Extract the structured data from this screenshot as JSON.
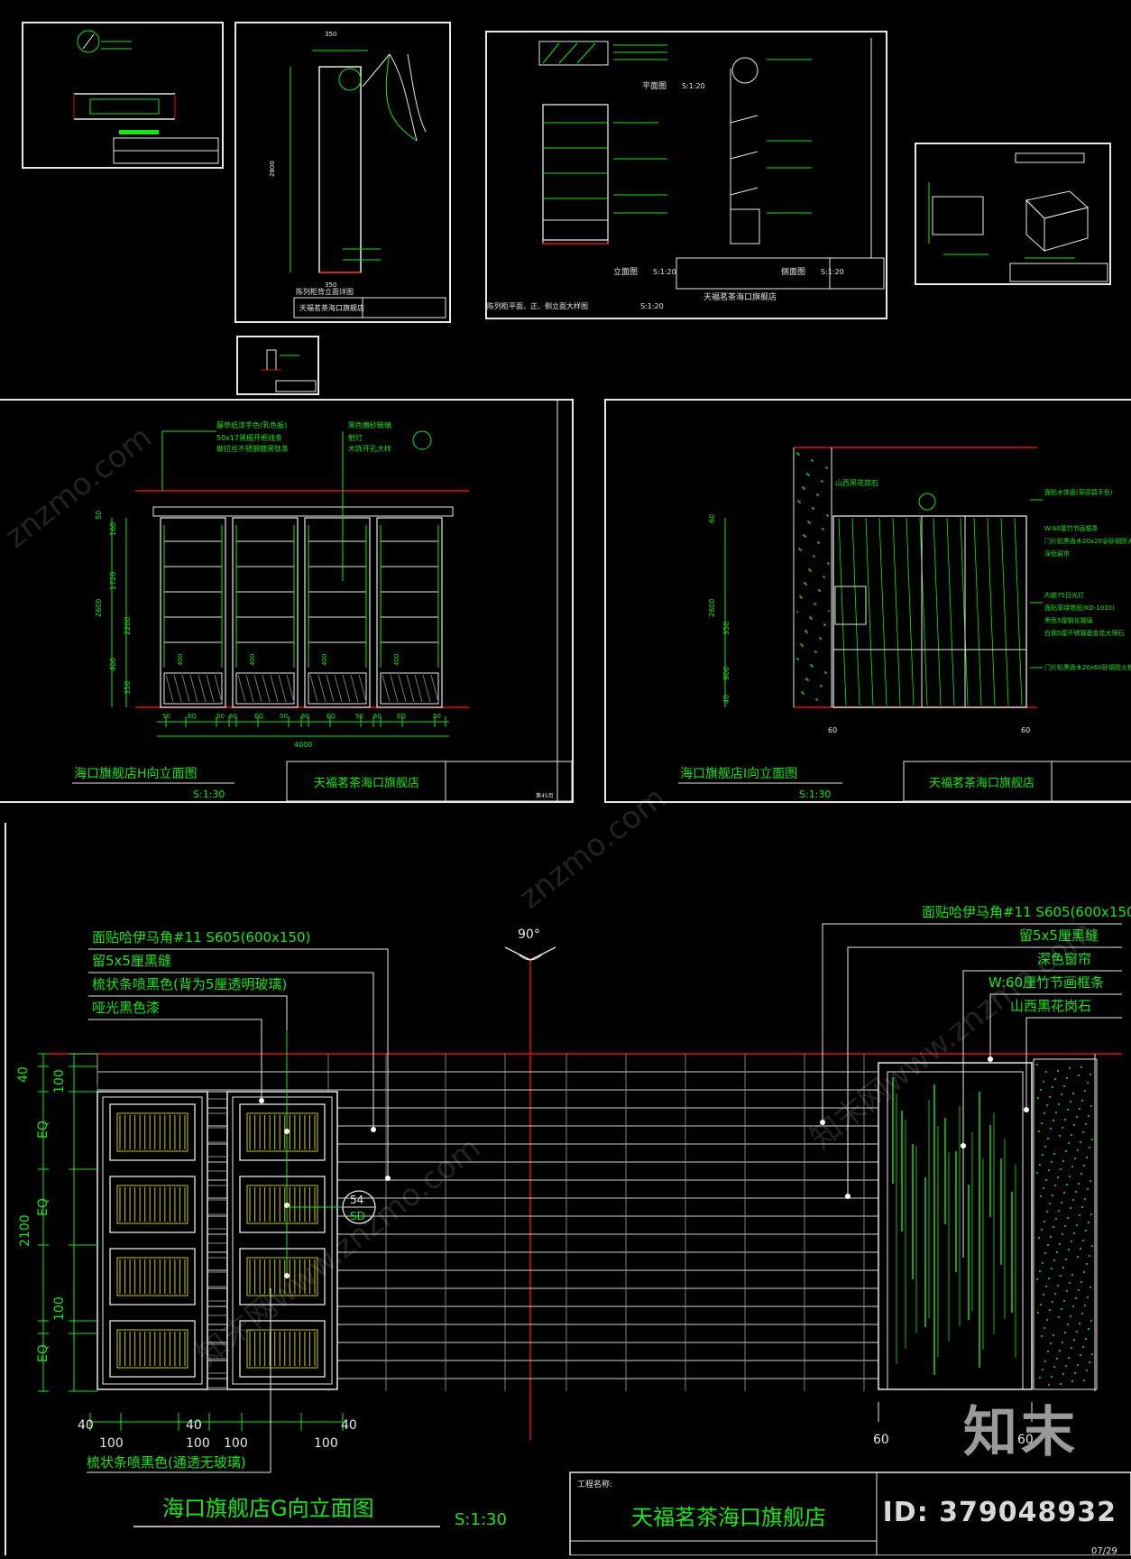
{
  "colors": {
    "green": "#19e619",
    "red": "#e01010",
    "white": "#e8e8e8",
    "yellow": "#c8c800",
    "cyan": "#18c8c8"
  },
  "project_name": "天福茗茶海口旗舰店",
  "top_sheets": {
    "sheet2": {
      "title": "陈列柜背立面详图",
      "caption": "天福茗茶海口旗舰店",
      "dims": [
        "350",
        "2800",
        "350"
      ]
    },
    "sheet3": {
      "title": "陈列柜平面、正、侧立面大样图",
      "scale": "S:1:20",
      "plan": "平面图",
      "plan_scale": "S:1:20",
      "front": "立面图",
      "front_scale": "S:1:20",
      "side": "侧面图",
      "side_scale": "S:1:20"
    }
  },
  "panel_h": {
    "title": "海口旗舰店H向立面图",
    "scale": "S:1:30",
    "project": "天福茗茶海口旗舰店",
    "notes": [
      "藤草纸漆手色(乳色板)",
      "50x17黑檀开框线条",
      "做拉丝不锈钢镀黑钛条",
      "黑色磨砂玻璃",
      "射灯",
      "木饰开孔大样"
    ],
    "dims_h": [
      "50",
      "EQ",
      "50",
      "60",
      "EQ",
      "50",
      "60",
      "EQ",
      "50",
      "60",
      "EQ",
      "50"
    ],
    "total": "4000",
    "dims_v": [
      "50",
      "160",
      "1720",
      "2200",
      "2600",
      "400",
      "350"
    ],
    "shelf_labels": [
      "400",
      "400",
      "400",
      "400"
    ],
    "page": "第45页"
  },
  "panel_i": {
    "title": "海口旗舰店I向立面图",
    "scale": "S:1:30",
    "project": "天福茗茶海口旗舰店",
    "notes": [
      "山西黑花岗石",
      "面贴木饰面(草原碧手色)",
      "W:60厘竹节画框条",
      "门片贴黑香木20x20@砂钢防火板",
      "深色窗帘",
      "内嵌75日光灯",
      "面贴草绿墙纸(KD-1010)",
      "黑色5厘钢化玻璃",
      "白钢5厘不锈钢基金花大理石",
      "门片贴黑香木20x60砂钢防火板"
    ],
    "dims": [
      "60",
      "2600",
      "350",
      "900",
      "40"
    ],
    "bottom_dims": [
      "60",
      "60"
    ]
  },
  "panel_g": {
    "title": "海口旗舰店G向立面图",
    "scale": "S:1:30",
    "project": "天福茗茶海口旗舰店",
    "angle": "90°",
    "section_tag_top": "54",
    "section_tag_bottom": "SD",
    "left_notes": [
      "面贴哈伊马角#11 S605(600x150)",
      "留5x5厘黑缝",
      "梳状条喷黑色(背为5厘透明玻璃)",
      "哑光黑色漆"
    ],
    "right_notes": [
      "面贴哈伊马角#11 S605(600x150)",
      "留5x5厘黑缝",
      "深色窗帘",
      "W:60厘竹节画框条",
      "山西黑花岗石"
    ],
    "bottom_note": "梳状条喷黑色(通透无玻璃)",
    "dims_v": [
      "40",
      "100",
      "EQ",
      "EQ",
      "2100",
      "100",
      "EQ"
    ],
    "dims_h_top": [
      "40",
      "40",
      "40"
    ],
    "dims_h_bottom": [
      "100",
      "100",
      "100",
      "100"
    ],
    "door_dims": [
      "60",
      "60"
    ],
    "titleblock_label": "工程名称:",
    "page": "07/29"
  },
  "watermark": {
    "brand": "知末",
    "id": "ID: 379048932",
    "site": "znzmo.com",
    "site2": "知末网www.znzmo.com"
  }
}
